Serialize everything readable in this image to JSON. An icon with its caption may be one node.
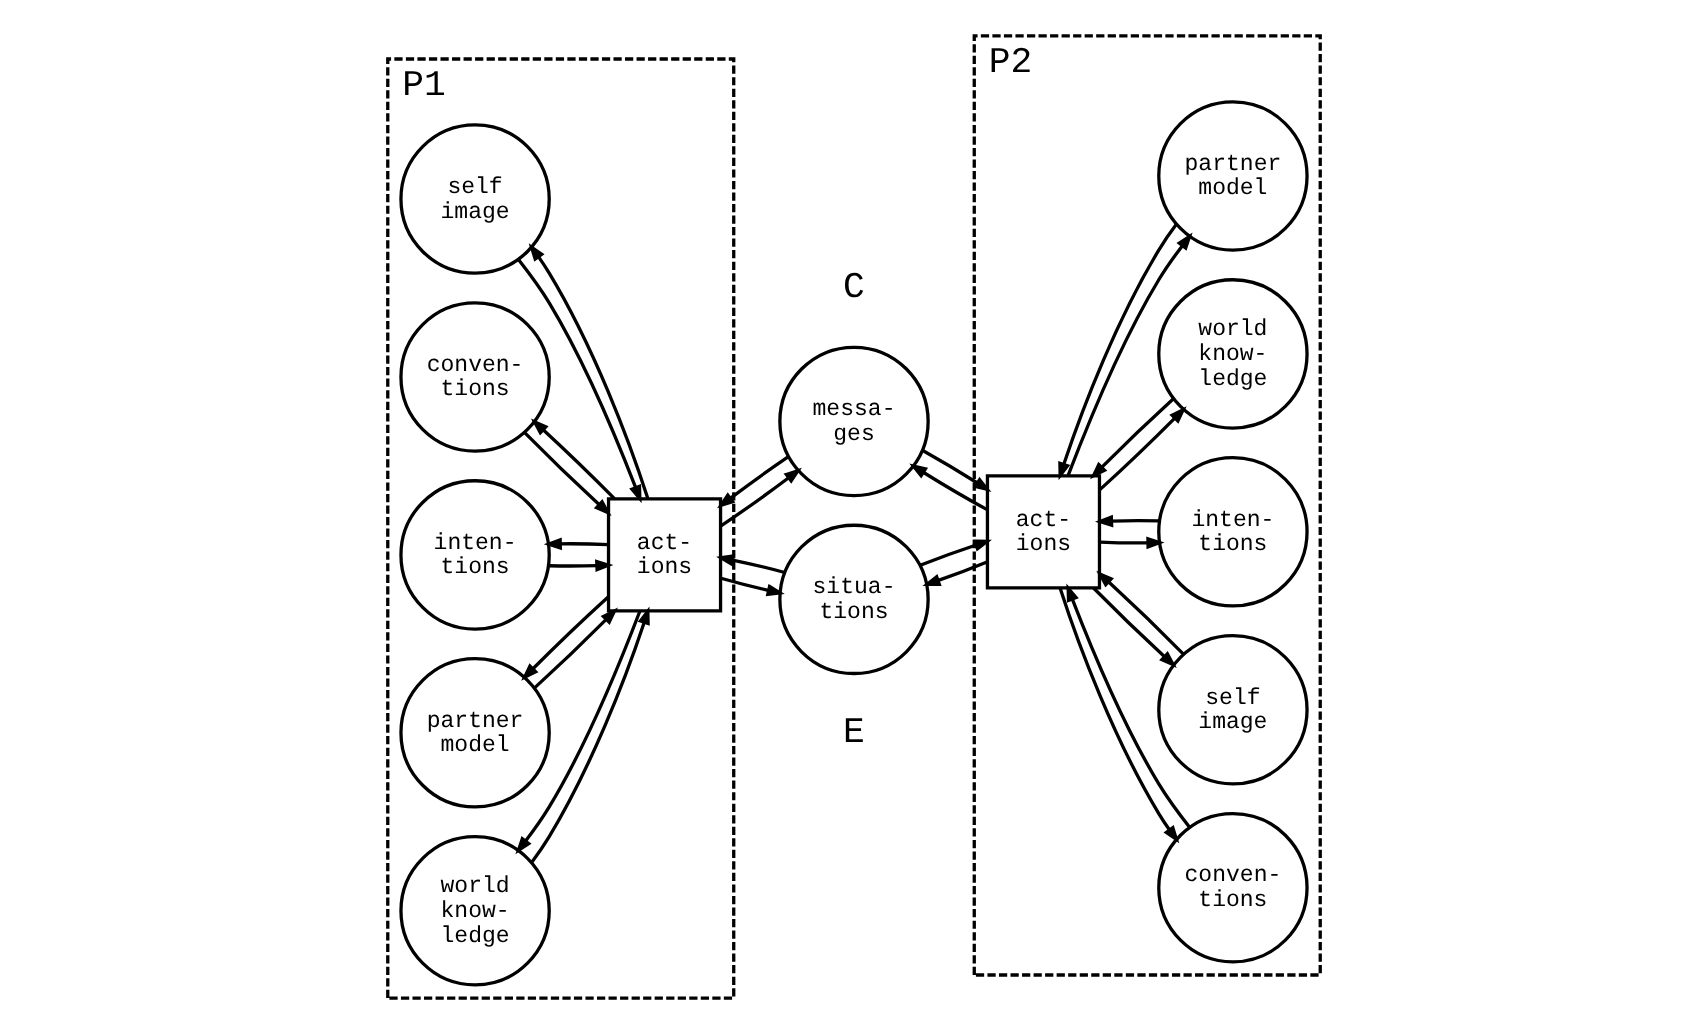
{
  "diagram": {
    "nodes": [
      {
        "text": [
          "P1"
        ]
      },
      {
        "text": [
          "self image"
        ],
        "in": 0
      },
      {
        "text": [
          "conven- tions"
        ],
        "in": 0
      },
      {
        "text": [
          "inten- tions"
        ],
        "in": 0
      },
      {
        "text": [
          "act- ions"
        ],
        "in": 0
      },
      {
        "text": [
          "partner model"
        ],
        "in": 0
      },
      {
        "text": [
          "world know- ledge"
        ],
        "in": 0
      },
      {
        "text": [
          "messa- ges"
        ]
      },
      {
        "text": [
          "situa- tions"
        ]
      },
      {
        "text": [
          "P2"
        ]
      },
      {
        "text": [
          "conven- tions"
        ],
        "in": 9
      },
      {
        "text": [
          "self image"
        ],
        "in": 9
      },
      {
        "text": [
          "act- ions"
        ],
        "in": 9
      },
      {
        "text": [
          "inten- tions"
        ],
        "in": 9
      },
      {
        "text": [
          "world know- ledge"
        ],
        "in": 9
      },
      {
        "text": [
          "partner model"
        ],
        "in": 9
      }
    ],
    "edges": [
      {
        "from": 1,
        "to": 4,
        "arrow": "to"
      },
      {
        "from": 4,
        "to": 1,
        "arrow": "to"
      },
      {
        "from": 2,
        "to": 4,
        "arrow": "to"
      },
      {
        "from": 4,
        "to": 2,
        "arrow": "to"
      },
      {
        "from": 3,
        "to": 4,
        "arrow": "to"
      },
      {
        "from": 4,
        "to": 3,
        "arrow": "to"
      },
      {
        "from": 5,
        "to": 4,
        "arrow": "to"
      },
      {
        "from": 4,
        "to": 5,
        "arrow": "to"
      },
      {
        "from": 6,
        "to": 4,
        "arrow": "to"
      },
      {
        "from": 4,
        "to": 6,
        "arrow": "to"
      },
      {
        "from": 4,
        "to": 7,
        "arrow": "to"
      },
      {
        "from": 7,
        "to": 4,
        "arrow": "to"
      },
      {
        "from": 4,
        "to": 8,
        "arrow": "to"
      },
      {
        "from": 8,
        "to": 4,
        "arrow": "to"
      },
      {
        "from": 7,
        "to": 12,
        "arrow": "to"
      },
      {
        "from": 12,
        "to": 7,
        "arrow": "to"
      },
      {
        "from": 8,
        "to": 12,
        "arrow": "to"
      },
      {
        "from": 12,
        "to": 8,
        "arrow": "to"
      },
      {
        "from": 10,
        "to": 12,
        "arrow": "to"
      },
      {
        "from": 12,
        "to": 10,
        "arrow": "to"
      },
      {
        "from": 11,
        "to": 12,
        "arrow": "to"
      },
      {
        "from": 12,
        "to": 11,
        "arrow": "to"
      },
      {
        "from": 13,
        "to": 12,
        "arrow": "to"
      },
      {
        "from": 12,
        "to": 13,
        "arrow": "to"
      },
      {
        "from": 14,
        "to": 12,
        "arrow": "to"
      },
      {
        "from": 12,
        "to": 14,
        "arrow": "to"
      },
      {
        "from": 15,
        "to": 12,
        "arrow": "to"
      },
      {
        "from": 12,
        "to": 15,
        "arrow": "to"
      }
    ],
    "labels": [
      "C",
      "E"
    ]
  }
}
